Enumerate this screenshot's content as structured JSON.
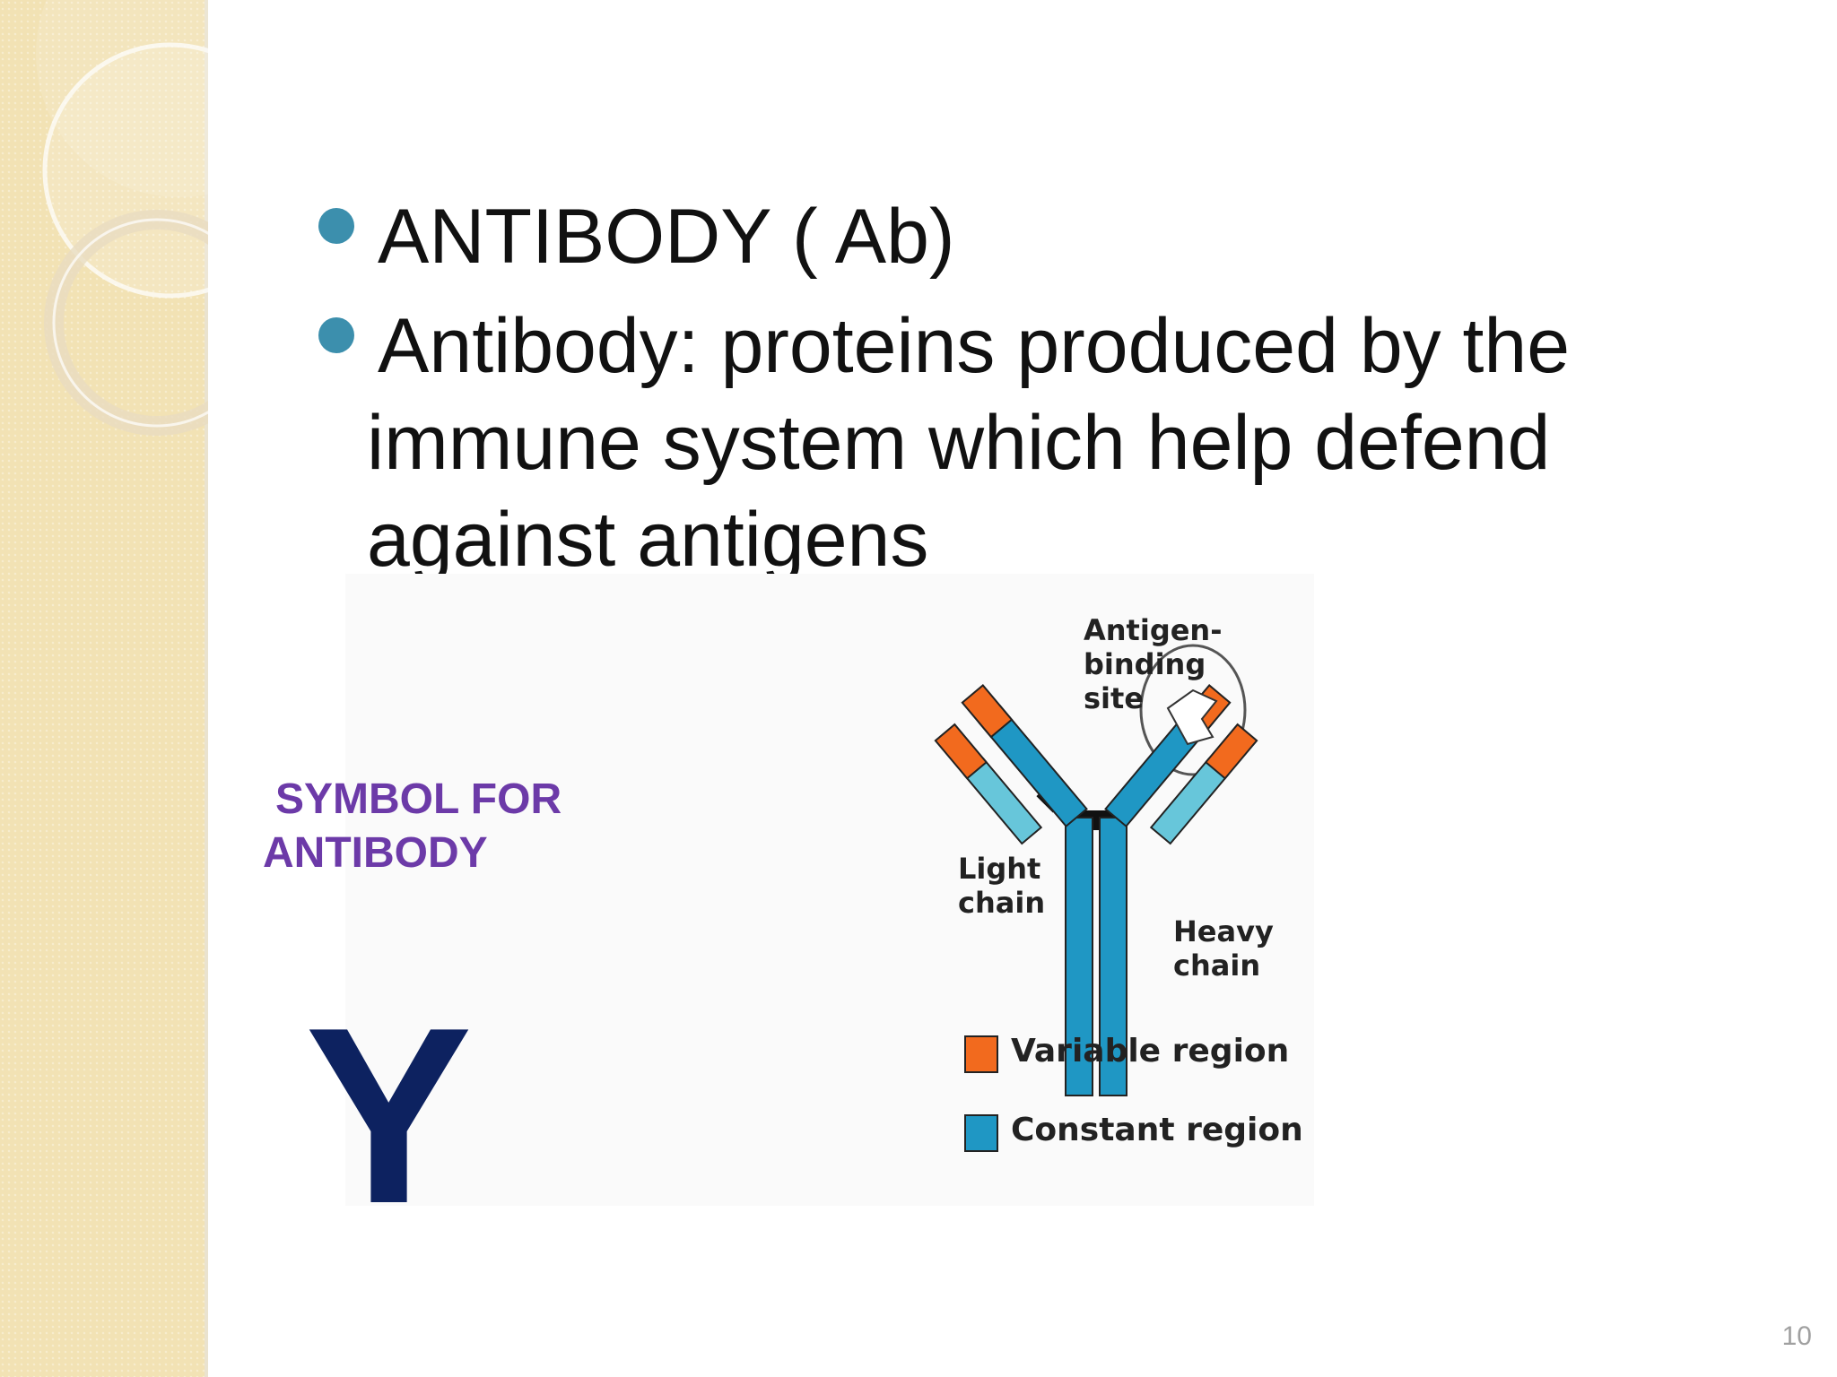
{
  "slide": {
    "bullets": [
      {
        "text": "ANTIBODY ( Ab)"
      },
      {
        "line1": "Antibody: proteins produced by the",
        "line2": "immune system which help defend",
        "line3": "against antigens"
      }
    ],
    "symbol_caption": {
      "line1": "SYMBOL FOR",
      "line2": "ANTIBODY"
    },
    "symbol": "Y",
    "page_number": "10"
  },
  "diagram": {
    "labels": {
      "antigen_binding_site": [
        "Antigen-",
        "binding",
        "site"
      ],
      "light_chain": [
        "Light",
        "chain"
      ],
      "heavy_chain": [
        "Heavy",
        "chain"
      ]
    },
    "legend": [
      {
        "label": "Variable region",
        "color": "#f26a1e"
      },
      {
        "label": "Constant region",
        "color": "#1f97c4"
      }
    ]
  },
  "colors": {
    "bullet": "#3c8fad",
    "caption": "#6c3aa8",
    "symbol": "#0d2260",
    "side_band": "#f2e2b4"
  }
}
